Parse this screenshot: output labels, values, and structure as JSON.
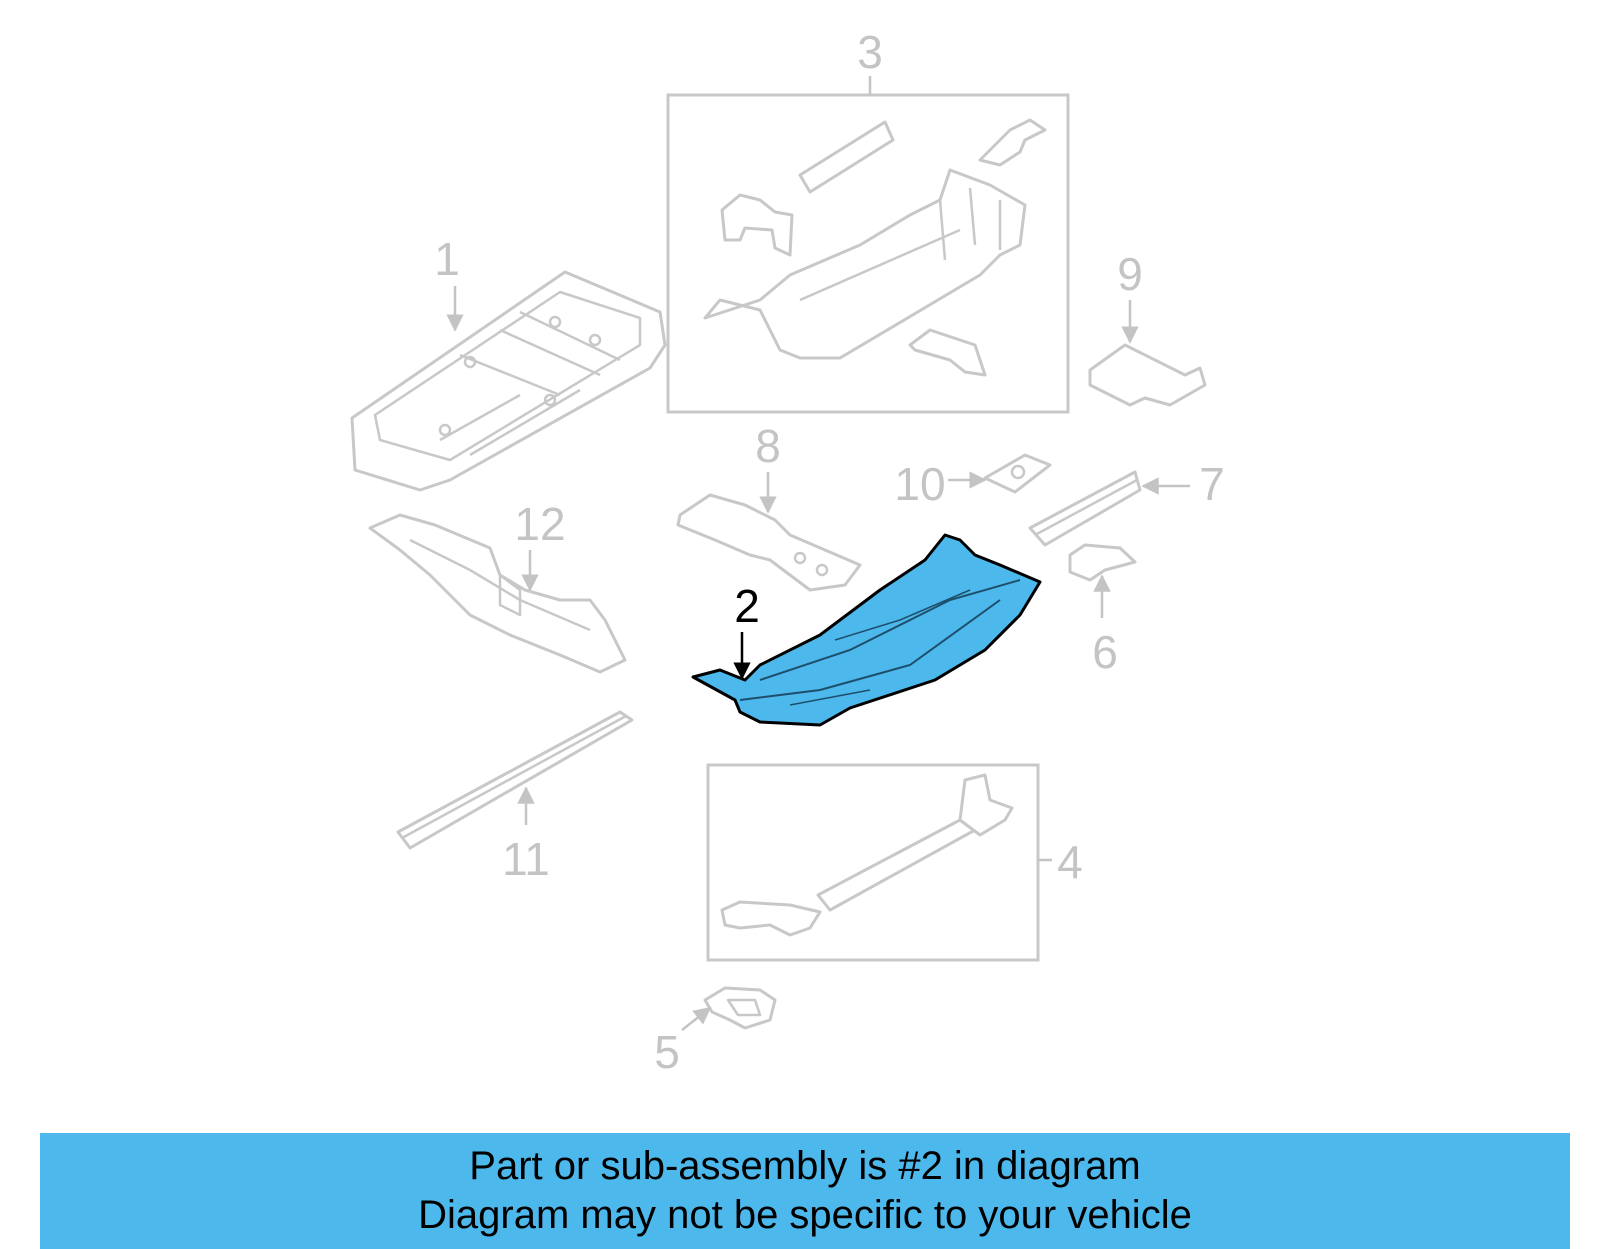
{
  "diagram": {
    "highlighted_part": "2",
    "colors": {
      "highlight": "#4db8ec",
      "line_inactive": "#c8c8c8",
      "label_inactive": "#c4c4c4",
      "label_active": "#000000"
    },
    "labels": {
      "p1": "1",
      "p2": "2",
      "p3": "3",
      "p4": "4",
      "p5": "5",
      "p6": "6",
      "p7": "7",
      "p8": "8",
      "p9": "9",
      "p10": "10",
      "p11": "11",
      "p12": "12"
    }
  },
  "footer": {
    "line1": "Part or sub-assembly is #2 in diagram",
    "line2": "Diagram may not be specific to your vehicle"
  }
}
